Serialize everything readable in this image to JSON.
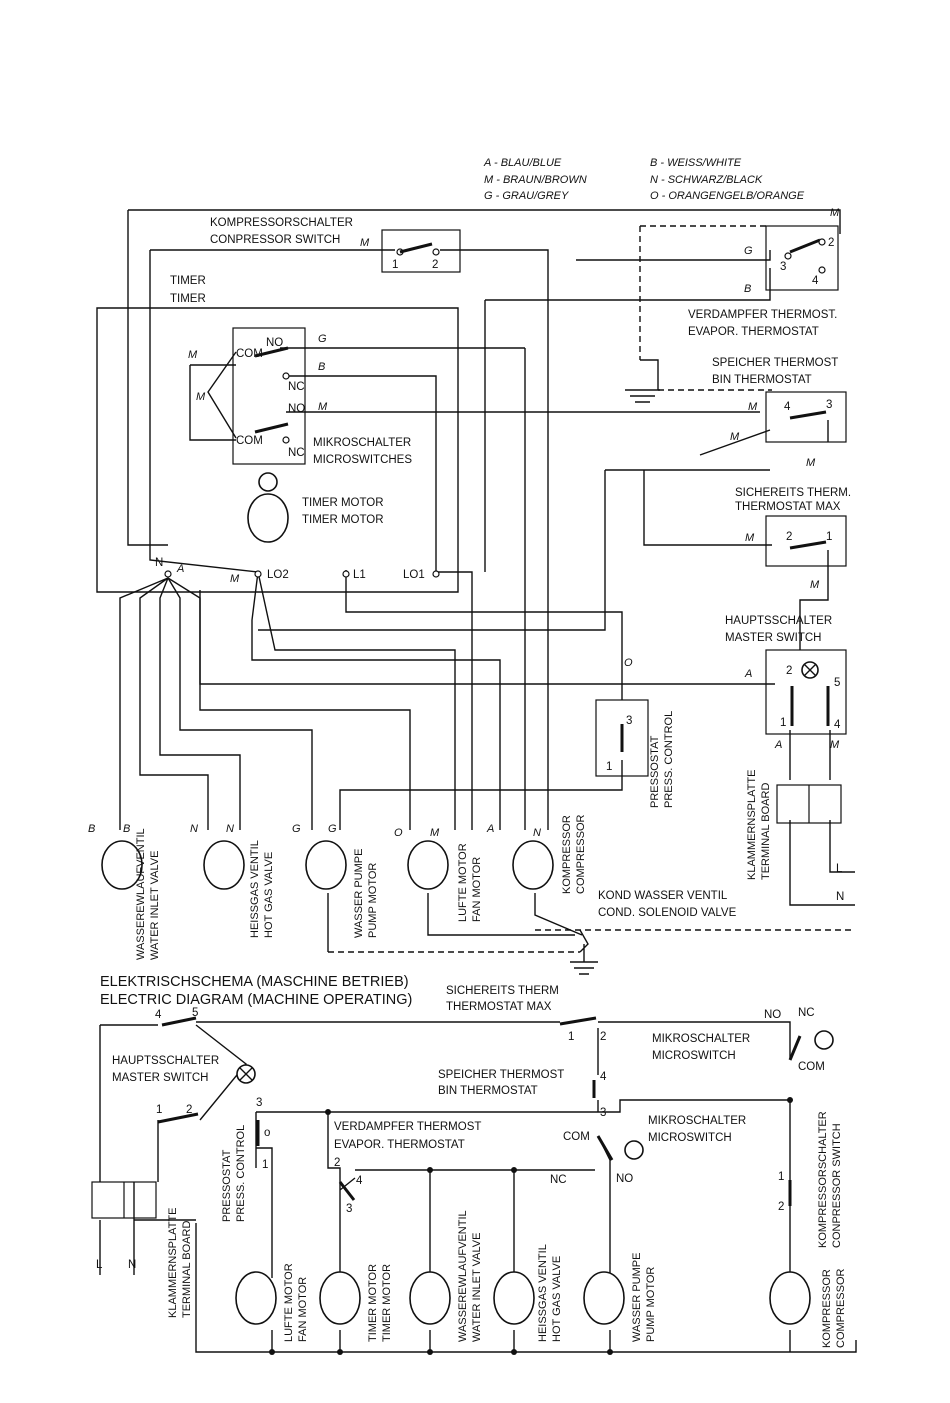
{
  "legend": {
    "a": "A - BLAU/BLUE",
    "m": "M - BRAUN/BROWN",
    "g": "G - GRAU/GREY",
    "b": "B - WEISS/WHITE",
    "n": "N - SCHWARZ/BLACK",
    "o": "O - ORANGENGELB/ORANGE"
  },
  "wiring": {
    "compressor_switch": [
      "KOMPRESSORSCHALTER",
      "CONPRESSOR SWITCH"
    ],
    "timer": [
      "TIMER",
      "TIMER"
    ],
    "microswitches": [
      "MIKROSCHALTER",
      "MICROSWITCHES"
    ],
    "timer_motor": [
      "TIMER MOTOR",
      "TIMER MOTOR"
    ],
    "evap_thermostat": [
      "VERDAMPFER THERMOST.",
      "EVAPOR. THERMOSTAT"
    ],
    "bin_thermostat": [
      "SPEICHER THERMOST",
      "BIN THERMOSTAT"
    ],
    "safety_thermostat": [
      "SICHEREITS THERM.",
      "THERMOSTAT MAX"
    ],
    "master_switch": [
      "HAUPTSSCHALTER",
      "MASTER SWITCH"
    ],
    "pressostat": [
      "PRESSOSTAT",
      "PRESS. CONTROL"
    ],
    "terminal_board": [
      "KLAMMERNSPLATTE",
      "TERMINAL BOARD"
    ],
    "cond_valve": [
      "KOND WASSER VENTIL",
      "COND. SOLENOID VALVE"
    ],
    "loads": [
      [
        "WASSEREWLAUFVENTIL",
        "WATER INLET VALVE"
      ],
      [
        "HEISSGAS VENTIL",
        "HOT GAS VALVE"
      ],
      [
        "WASSER PUMPE",
        "PUMP MOTOR"
      ],
      [
        "LUFTE MOTOR",
        "FAN MOTOR"
      ],
      [
        "KOMPRESSOR",
        "COMPRESSOR"
      ]
    ],
    "load_wire_codes": [
      [
        "B",
        "B"
      ],
      [
        "N",
        "N"
      ],
      [
        "G",
        "G"
      ],
      [
        "O",
        "M"
      ],
      [
        "A",
        "N"
      ]
    ],
    "timer_terminals": [
      "N",
      "A",
      "LO2",
      "L1",
      "LO1",
      "COM",
      "NO",
      "NC",
      "COM",
      "NO",
      "NC"
    ],
    "wire_codes": [
      "M",
      "G",
      "B",
      "M",
      "M",
      "M",
      "M",
      "O",
      "A",
      "M",
      "B",
      "G",
      "M",
      "M",
      "M",
      "M",
      "M",
      "A",
      "M",
      "L",
      "N"
    ],
    "terminal_numbers": [
      "1",
      "2",
      "2",
      "3",
      "4",
      "4",
      "3",
      "2",
      "1",
      "2",
      "5",
      "1",
      "4",
      "3",
      "1"
    ]
  },
  "operating": {
    "title": [
      "ELEKTRISCHSCHEMA (MASCHINE BETRIEB)",
      "ELECTRIC DIAGRAM (MACHINE OPERATING)"
    ],
    "safety_thermostat": [
      "SICHEREITS THERM",
      "THERMOSTAT MAX"
    ],
    "microswitch_top": [
      "MIKROSCHALTER",
      "MICROSWITCH"
    ],
    "master_switch": [
      "HAUPTSSCHALTER",
      "MASTER SWITCH"
    ],
    "bin_thermostat": [
      "SPEICHER THERMOST",
      "BIN THERMOSTAT"
    ],
    "evap_thermostat": [
      "VERDAMPFER THERMOST",
      "EVAPOR. THERMOSTAT"
    ],
    "microswitch_mid": [
      "MIKROSCHALTER",
      "MICROSWITCH"
    ],
    "pressostat": [
      "PRESSOSTAT",
      "PRESS. CONTROL"
    ],
    "terminal_board": [
      "KLAMMERNSPLATTE",
      "TERMINAL BOARD"
    ],
    "compressor_switch": [
      "KOMPRESSORSCHALTER",
      "CONPRESSOR SWITCH"
    ],
    "loads": [
      [
        "LUFTE MOTOR",
        "FAN MOTOR"
      ],
      [
        "TIMER MOTOR",
        "TIMER MOTOR"
      ],
      [
        "WASSEREWLAUFVENTIL",
        "WATER INLET VALVE"
      ],
      [
        "HEISSGAS VENTIL",
        "HOT GAS VALVE"
      ],
      [
        "WASSER PUMPE",
        "PUMP MOTOR"
      ],
      [
        "KOMPRESSOR",
        "COMPRESSOR"
      ]
    ],
    "contact_labels": [
      "NO",
      "NC",
      "COM",
      "COM",
      "NO",
      "NC"
    ],
    "terminal_numbers": [
      "4",
      "5",
      "1",
      "2",
      "1",
      "2",
      "4",
      "3",
      "3",
      "o",
      "1",
      "2",
      "4",
      "3",
      "1",
      "2"
    ],
    "supply": [
      "L",
      "N"
    ]
  }
}
